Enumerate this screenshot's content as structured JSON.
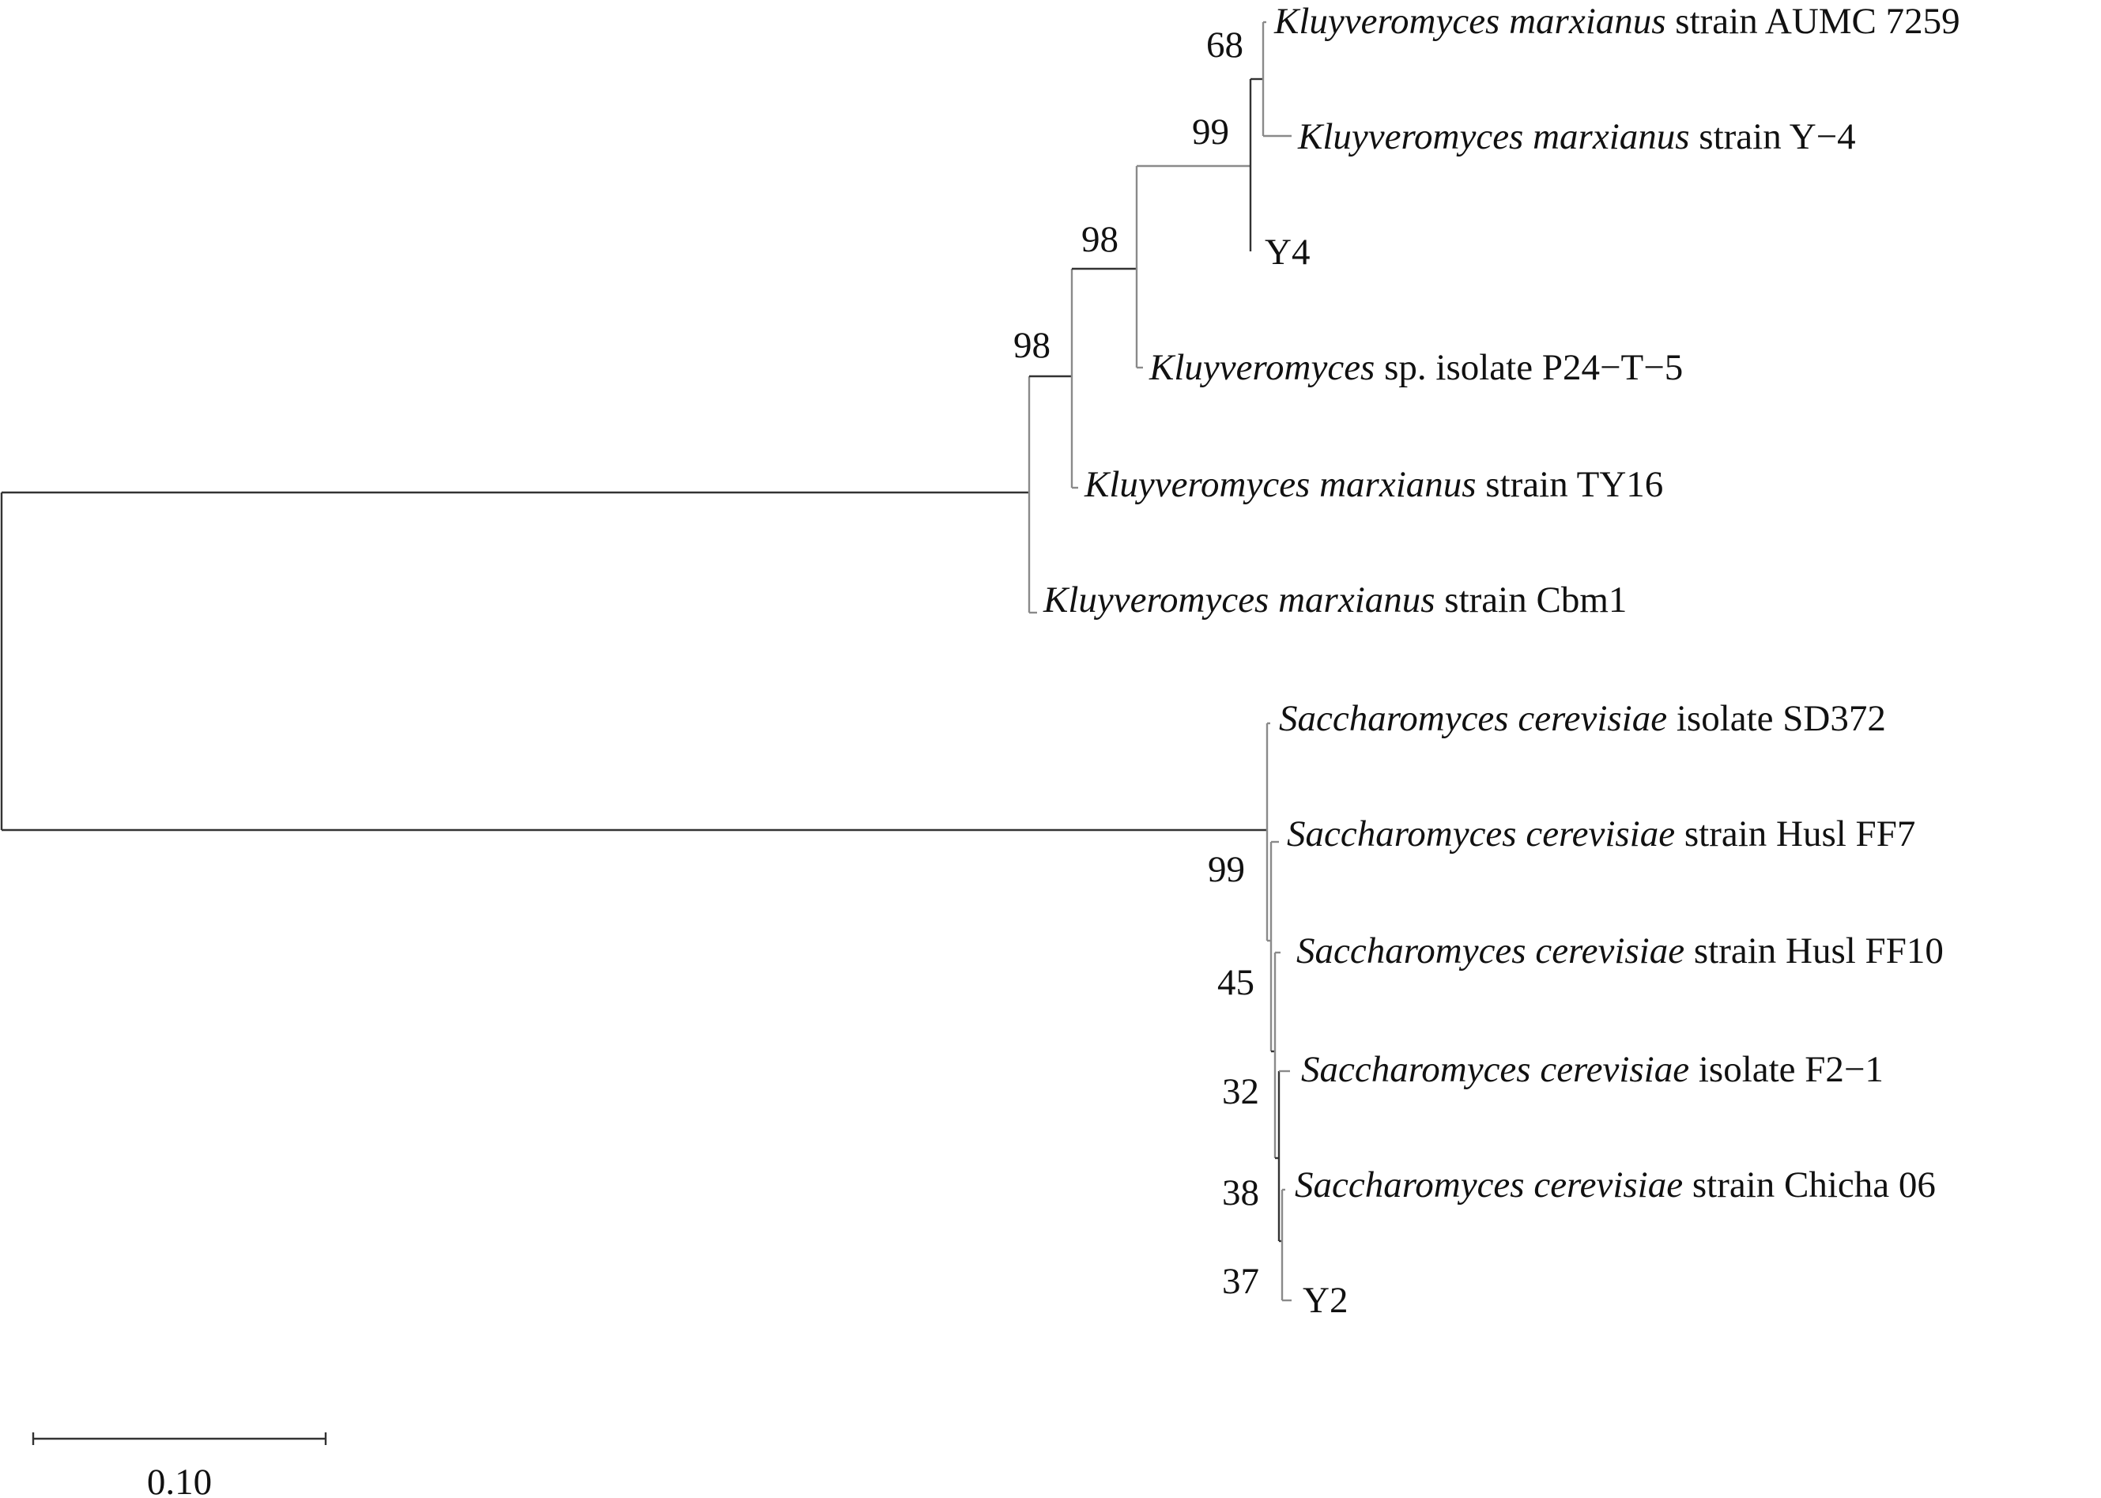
{
  "tree": {
    "taxa": [
      {
        "genus_species": "Kluyveromyces marxianus",
        "rest": "strain AUMC 7259"
      },
      {
        "genus_species": "Kluyveromyces marxianus",
        "rest": "strain Y−4"
      },
      {
        "genus_species": "",
        "rest": "Y4"
      },
      {
        "genus_species": "Kluyveromyces",
        "rest": "sp. isolate P24−T−5"
      },
      {
        "genus_species": "Kluyveromyces marxianus",
        "rest": "strain TY16"
      },
      {
        "genus_species": "Kluyveromyces marxianus",
        "rest": "strain Cbm1"
      },
      {
        "genus_species": "Saccharomyces cerevisiae",
        "rest": "isolate SD372"
      },
      {
        "genus_species": "Saccharomyces cerevisiae",
        "rest": "strain Husl FF7"
      },
      {
        "genus_species": "Saccharomyces cerevisiae",
        "rest": "strain Husl FF10"
      },
      {
        "genus_species": "Saccharomyces cerevisiae",
        "rest": "isolate F2−1"
      },
      {
        "genus_species": "Saccharomyces cerevisiae",
        "rest": "strain Chicha 06"
      },
      {
        "genus_species": "",
        "rest": "Y2"
      }
    ],
    "bootstrap_values": [
      "68",
      "99",
      "98",
      "98",
      "99",
      "45",
      "32",
      "38",
      "37"
    ],
    "scale_bar": {
      "label": "0.10",
      "length": 0.1
    }
  }
}
